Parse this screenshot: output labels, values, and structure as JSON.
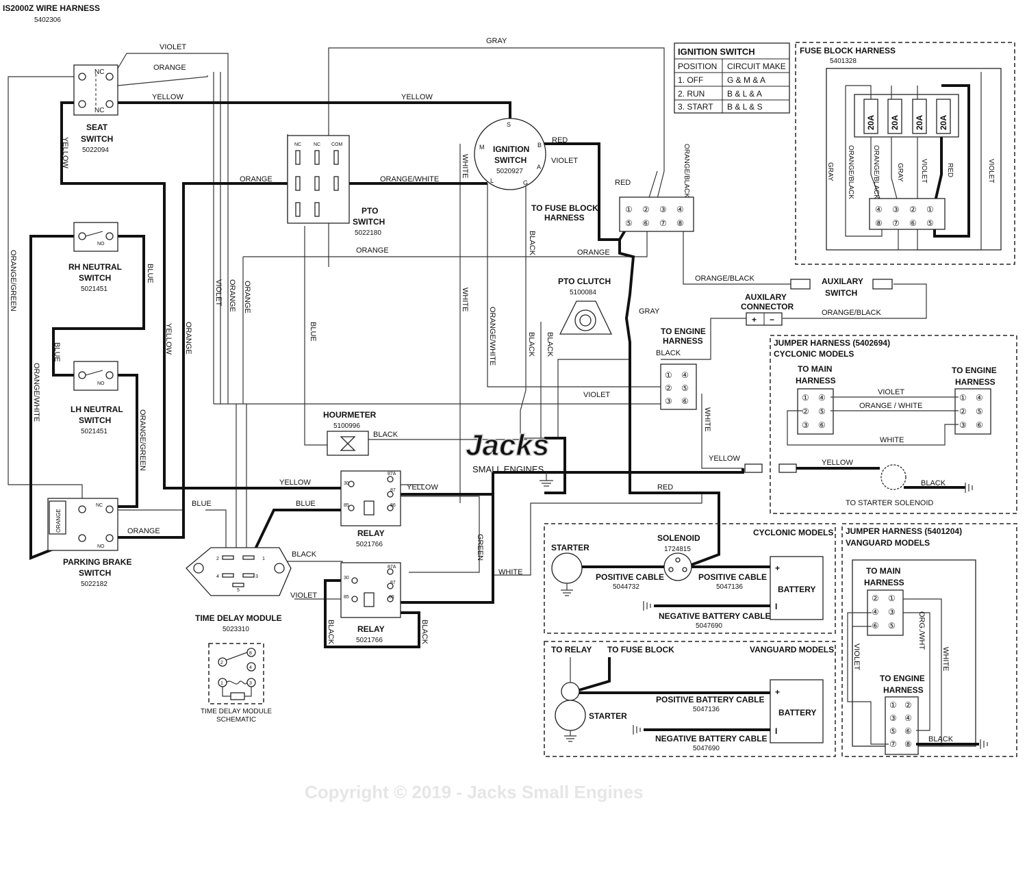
{
  "header": {
    "title": "IS2000Z WIRE HARNESS",
    "part": "5402306"
  },
  "ignition_table": {
    "title": "IGNITION SWITCH",
    "col1": "POSITION",
    "col2": "CIRCUIT MAKE",
    "rows": [
      {
        "pos": "1. OFF",
        "make": "G & M & A"
      },
      {
        "pos": "2. RUN",
        "make": "B & L & A"
      },
      {
        "pos": "3. START",
        "make": "B & L & S"
      }
    ]
  },
  "fuse_block": {
    "title": "FUSE BLOCK HARNESS",
    "part": "5401328",
    "fuses": [
      "20A",
      "20A",
      "20A",
      "20A"
    ],
    "wires": [
      "GRAY",
      "ORANGE/BLACK",
      "ORANGE/BLACK",
      "GRAY",
      "VIOLET",
      "RED",
      "VIOLET"
    ],
    "pins_top": [
      "④",
      "③",
      "②",
      "①"
    ],
    "pins_bottom": [
      "⑧",
      "⑦",
      "⑥",
      "⑤"
    ]
  },
  "components": {
    "seat_switch": {
      "name": "SEAT\nSWITCH",
      "l1": "SEAT",
      "l2": "SWITCH",
      "part": "5022094",
      "nc1": "NC",
      "nc2": "NC"
    },
    "rh_neutral": {
      "l1": "RH NEUTRAL",
      "l2": "SWITCH",
      "part": "5021451",
      "no": "NO"
    },
    "lh_neutral": {
      "l1": "LH NEUTRAL",
      "l2": "SWITCH",
      "part": "5021451",
      "no": "NO"
    },
    "parking_brake": {
      "l1": "PARKING BRAKE",
      "l2": "SWITCH",
      "part": "5022182",
      "nc": "NC",
      "no": "NO",
      "orange": "ORANGE"
    },
    "pto_switch": {
      "l1": "PTO",
      "l2": "SWITCH",
      "part": "5022180",
      "nc1": "NC",
      "nc2": "NC",
      "com": "COM"
    },
    "ignition_switch": {
      "l1": "IGNITION",
      "l2": "SWITCH",
      "part": "5020927",
      "s": "S",
      "m": "M",
      "b": "B",
      "a": "A",
      "l": "L",
      "g": "G"
    },
    "to_fuse_block": {
      "l1": "TO FUSE BLOCK",
      "l2": "HARNESS"
    },
    "fuse_pins_top": [
      "①",
      "②",
      "③",
      "④"
    ],
    "fuse_pins_bottom": [
      "⑤",
      "⑥",
      "⑦",
      "⑧"
    ],
    "pto_clutch": {
      "l1": "PTO CLUTCH",
      "part": "5100084"
    },
    "hourmeter": {
      "l1": "HOURMETER",
      "part": "5100996"
    },
    "relay1": {
      "l1": "RELAY",
      "part": "5021766",
      "p30": "30",
      "p87a": "87A",
      "p87": "87",
      "p85": "85",
      "p86": "86"
    },
    "relay2": {
      "l1": "RELAY",
      "part": "5021766",
      "p30": "30",
      "p87a": "87A",
      "p87": "87",
      "p85": "85",
      "p86": "86"
    },
    "time_delay": {
      "l1": "TIME DELAY MODULE",
      "part": "5023310",
      "p1": "1",
      "p2": "2",
      "p3": "3",
      "p4": "4",
      "p5": "5"
    },
    "td_schematic": {
      "l1": "TIME DELAY MODULE",
      "l2": "SCHEMATIC",
      "p1": "1",
      "p2": "2",
      "p3": "3",
      "p4": "4",
      "p8": "8"
    },
    "aux_connector": {
      "l1": "AUXILARY",
      "l2": "CONNECTOR",
      "plus": "+",
      "minus": "−"
    },
    "aux_switch": {
      "l1": "AUXILARY",
      "l2": "SWITCH"
    },
    "to_engine": {
      "l1": "TO ENGINE",
      "l2": "HARNESS"
    },
    "engine_pins": [
      "①",
      "④",
      "②",
      "⑤",
      "③",
      "⑥"
    ]
  },
  "wire_labels": {
    "violet": "VIOLET",
    "orange": "ORANGE",
    "yellow": "YELLOW",
    "gray": "GRAY",
    "red": "RED",
    "blue": "BLUE",
    "black": "BLACK",
    "white": "WHITE",
    "green": "GREEN",
    "orange_white": "ORANGE/WHITE",
    "orange_black": "ORANGE/BLACK",
    "orange_green": "ORANGE/GREEN",
    "orange_green2": "ORANGE/GREEN",
    "orange_white2": "ORANGE/WHITE"
  },
  "jumper_cyclonic": {
    "title": "JUMPER HARNESS (5402694)",
    "subtitle": "CYCLONIC MODELS",
    "left_l1": "TO MAIN",
    "left_l2": "HARNESS",
    "right_l1": "TO ENGINE",
    "right_l2": "HARNESS",
    "pins_left": [
      "①",
      "④",
      "②",
      "⑤",
      "③",
      "⑥"
    ],
    "pins_right": [
      "①",
      "④",
      "②",
      "⑤",
      "③",
      "⑥"
    ],
    "w_violet": "VIOLET",
    "w_ow": "ORANGE / WHITE",
    "w_white": "WHITE",
    "w_yellow": "YELLOW",
    "w_black": "BLACK",
    "starter_sol": "TO STARTER SOLENOID"
  },
  "cyclonic_box": {
    "title": "CYCLONIC MODELS",
    "starter": "STARTER",
    "solenoid": "SOLENOID",
    "sol_part": "1724815",
    "pos_cable1": "POSITIVE CABLE",
    "pos_part1": "5044732",
    "pos_cable2": "POSITIVE CABLE",
    "pos_part2": "5047136",
    "battery": "BATTERY",
    "plus": "+",
    "minus": "I",
    "neg_cable": "NEGATIVE BATTERY CABLE",
    "neg_part": "5047690"
  },
  "vanguard_box": {
    "title": "VANGUARD MODELS",
    "to_relay": "TO RELAY",
    "to_fuse": "TO FUSE BLOCK",
    "starter": "STARTER",
    "pos_cable": "POSITIVE BATTERY CABLE",
    "pos_part": "5047136",
    "neg_cable": "NEGATIVE BATTERY CABLE",
    "neg_part": "5047690",
    "battery": "BATTERY",
    "plus": "+",
    "minus": "I"
  },
  "jumper_vanguard": {
    "title": "JUMPER HARNESS (5401204)",
    "subtitle": "VANGUARD MODELS",
    "main_l1": "TO MAIN",
    "main_l2": "HARNESS",
    "eng_l1": "TO ENGINE",
    "eng_l2": "HARNESS",
    "pins_main": [
      "②",
      "①",
      "④",
      "③",
      "⑥",
      "⑤"
    ],
    "pins_eng": [
      "①",
      "②",
      "③",
      "④",
      "⑤",
      "⑥",
      "⑦",
      "⑧"
    ],
    "w_violet": "VIOLET",
    "w_orgwht": "ORG./WHT",
    "w_white": "WHITE",
    "w_black": "BLACK"
  },
  "watermark": {
    "copyright": "Copyright © 2019 - Jacks Small Engines",
    "logo": "Jacks",
    "logo_sub": "SMALL ENGINES"
  }
}
